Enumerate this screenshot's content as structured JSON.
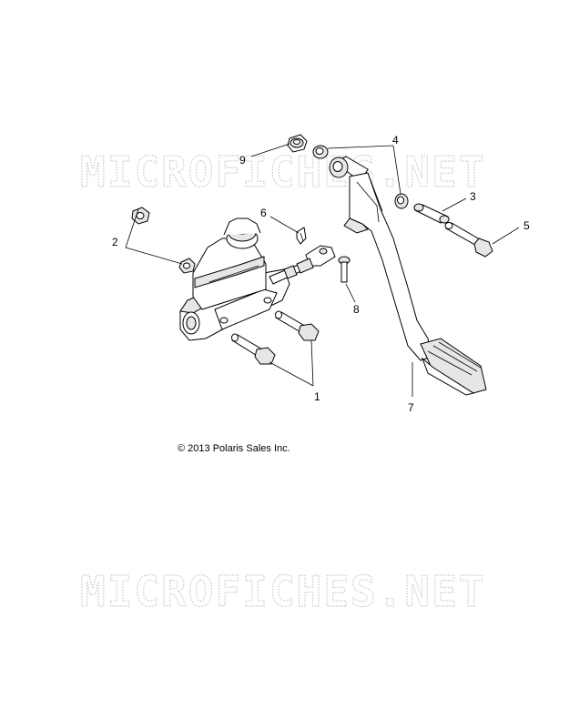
{
  "watermark": {
    "text": "MICROFICHES.NET"
  },
  "copyright": "© 2013 Polaris Sales Inc.",
  "callouts": {
    "c1": "1",
    "c2": "2",
    "c3": "3",
    "c4": "4",
    "c5": "5",
    "c6": "6",
    "c7": "7",
    "c8": "8",
    "c9": "9"
  }
}
